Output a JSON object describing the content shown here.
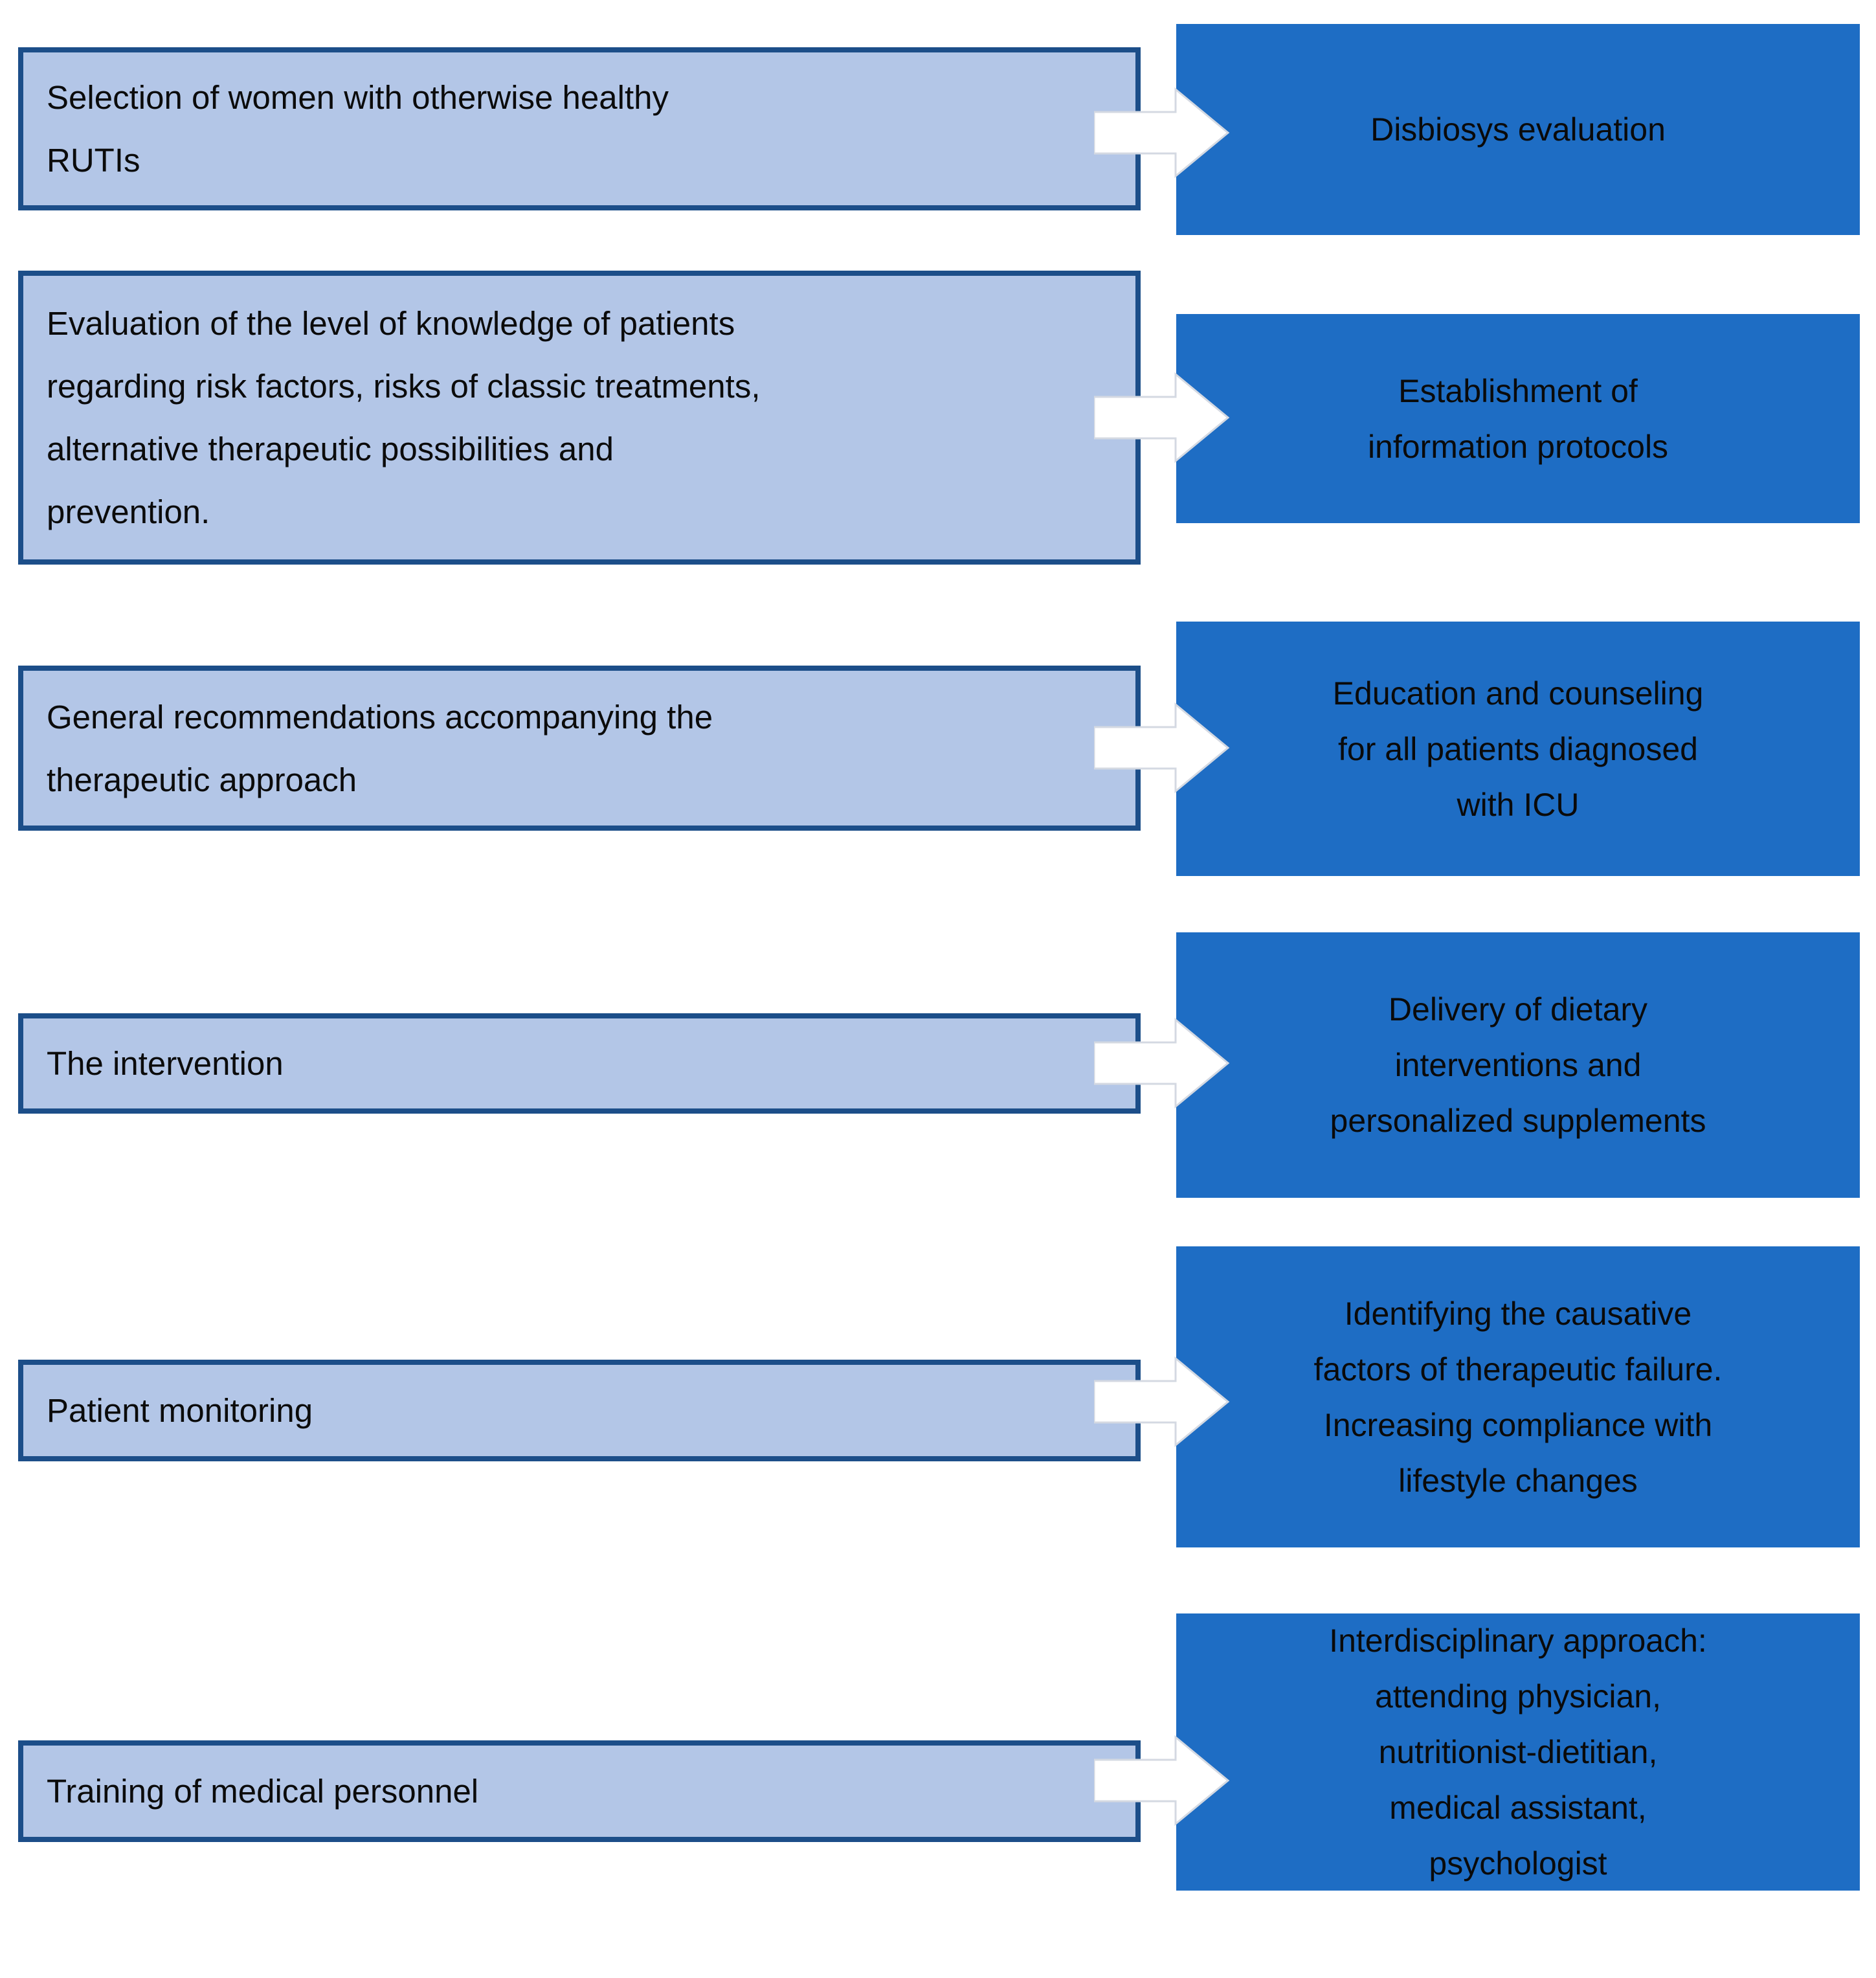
{
  "diagram": {
    "type": "two-column process flow",
    "rows": 6
  },
  "colors": {
    "left_box_fill": "#b3c6e7",
    "left_box_border": "#1c4e89",
    "right_box_fill": "#1e6dc4",
    "arrow_fill": "#ffffff",
    "arrow_outline": "#d4d9e2",
    "text": "#0a0a0a",
    "background": "#ffffff"
  },
  "rows": [
    {
      "left": "Selection of women with otherwise healthy\nRUTIs",
      "right": "Disbiosys evaluation"
    },
    {
      "left": "Evaluation of the level of knowledge of patients\nregarding risk factors, risks of classic treatments,\nalternative therapeutic possibilities and\nprevention.",
      "right": "Establishment of\ninformation protocols"
    },
    {
      "left": "General recommendations accompanying the\ntherapeutic approach",
      "right": "Education and counseling\nfor all patients diagnosed\nwith ICU"
    },
    {
      "left": "The intervention",
      "right": "Delivery of dietary\ninterventions and\npersonalized supplements"
    },
    {
      "left": "Patient monitoring",
      "right": "Identifying the causative\nfactors of therapeutic failure.\nIncreasing compliance with\nlifestyle changes"
    },
    {
      "left": "Training of medical personnel",
      "right": "Interdisciplinary approach:\nattending physician,\nnutritionist-dietitian,\nmedical assistant,\npsychologist"
    }
  ]
}
